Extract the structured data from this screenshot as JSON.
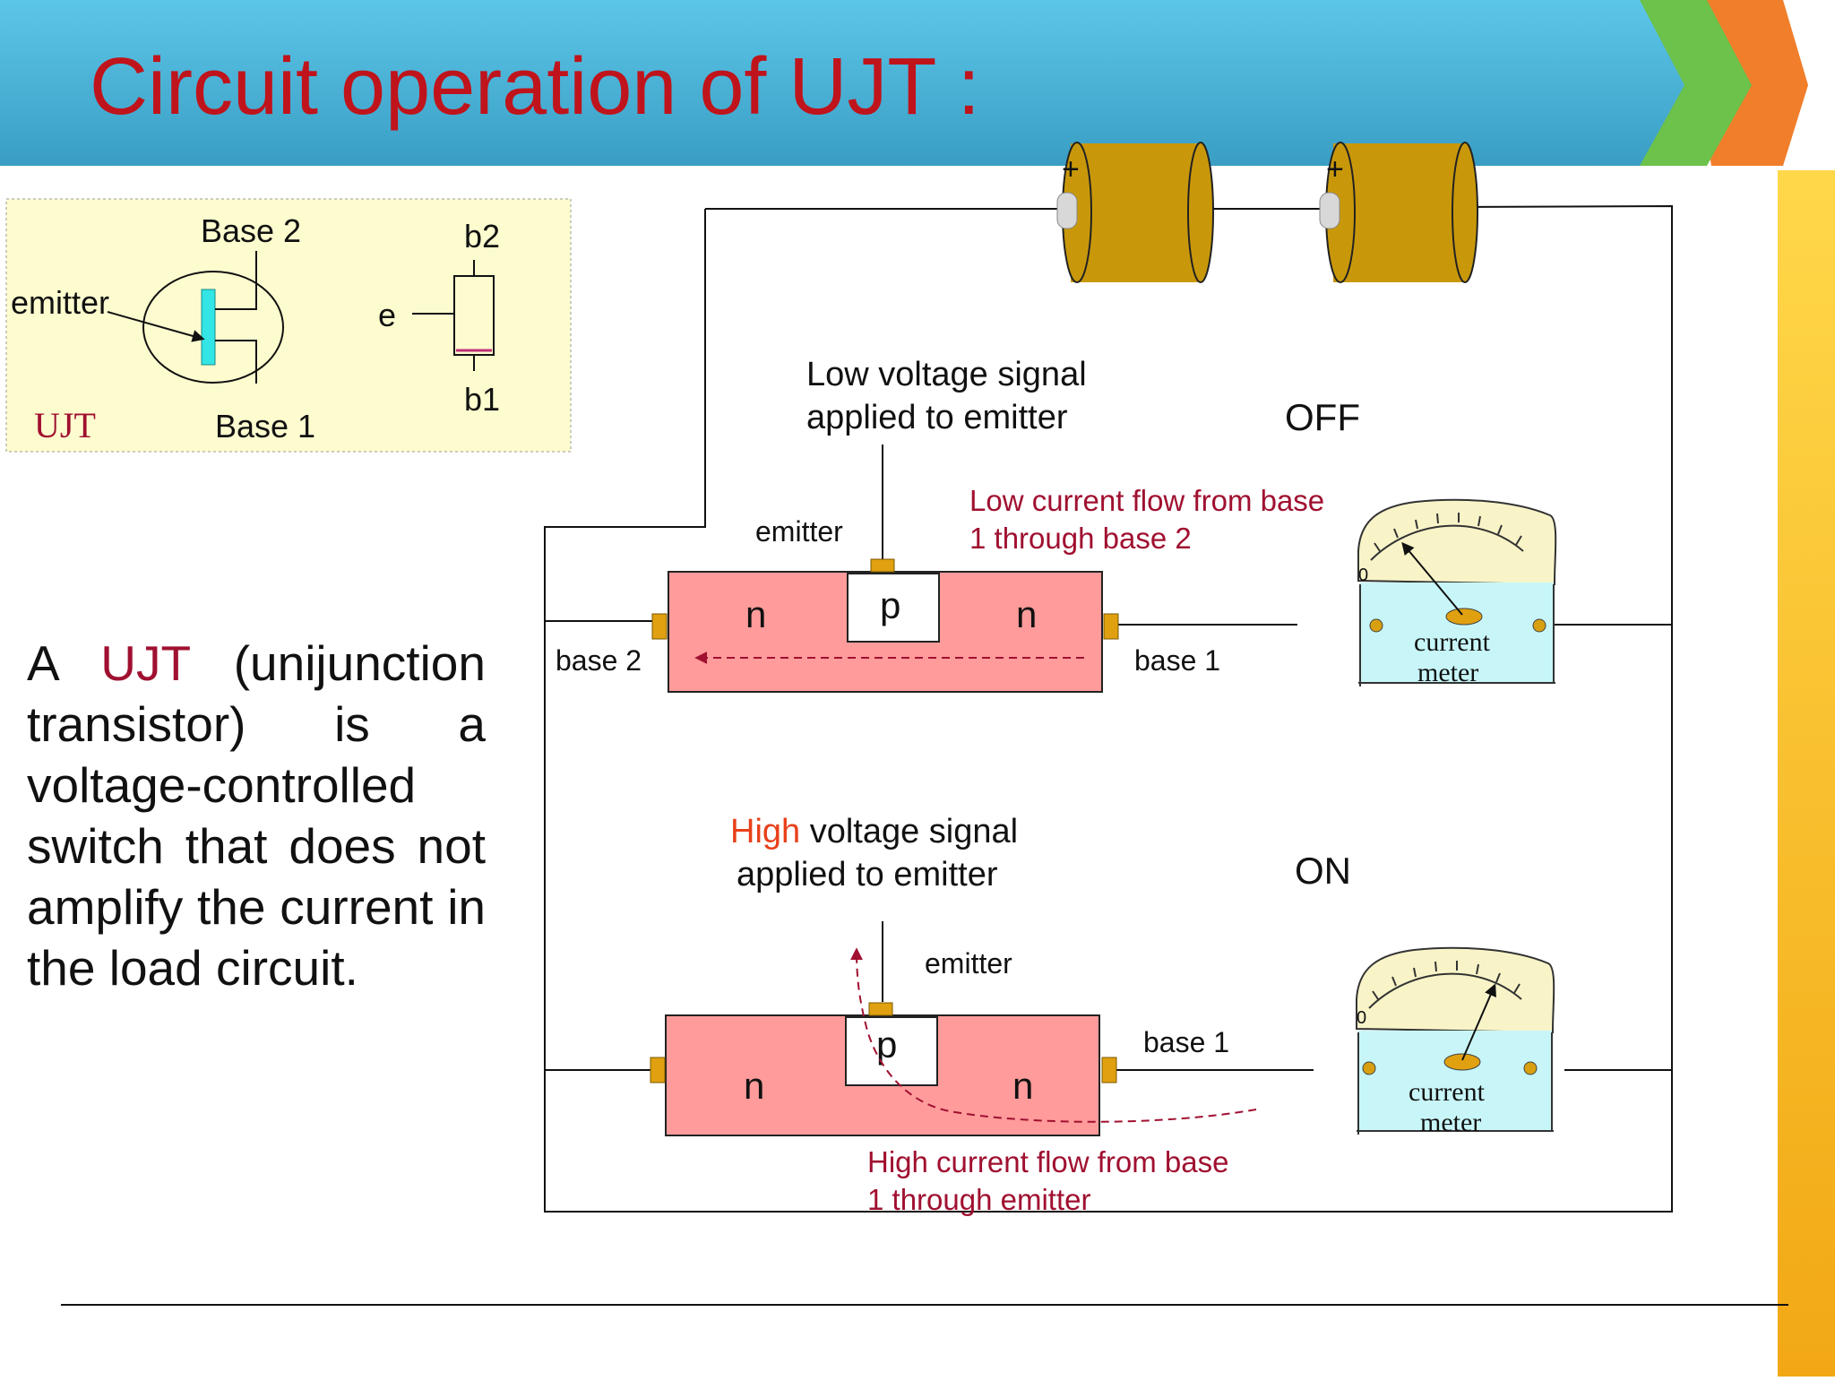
{
  "title": "Circuit operation of UJT :",
  "colors": {
    "title": "#c0141c",
    "accent_red": "#a01030",
    "accent_orange": "#e8401a",
    "banner_blue": "#4fb6da",
    "semiconductor_pink": "#ff9b9b",
    "battery_gold": "#c9980a",
    "meter_cyan": "#c8f6f8",
    "meter_face": "#f8f4c8",
    "symbol_box": "#fdfccf"
  },
  "symbol_box": {
    "base2": "Base 2",
    "emitter": "emitter",
    "base1": "Base 1",
    "ujt": "UJT",
    "b2": "b2",
    "e": "e",
    "b1": "b1"
  },
  "description": {
    "before": "A ",
    "highlight": "UJT",
    "after": " (unijunction transistor) is a voltage-controlled switch that does not amplify the current in the load circuit."
  },
  "battery_plus": "+",
  "off_circuit": {
    "signal_line1": "Low voltage signal",
    "signal_line2": "applied to emitter",
    "state": "OFF",
    "emitter": "emitter",
    "flow_line1": "Low current flow from base",
    "flow_line2": "1 through base 2",
    "base2": "base 2",
    "base1": "base 1",
    "n_left": "n",
    "p": "p",
    "n_right": "n",
    "meter_zero": "0",
    "meter_line1": "current",
    "meter_line2": "meter"
  },
  "on_circuit": {
    "signal_highlight": "High",
    "signal_rest": " voltage signal",
    "signal_line2": "applied to emitter",
    "state": "ON",
    "emitter": "emitter",
    "base1": "base 1",
    "n_left": "n",
    "p": "p",
    "n_right": "n",
    "flow_line1": "High current flow from base",
    "flow_line2": "1 through emitter",
    "meter_zero": "0",
    "meter_line1": "current",
    "meter_line2": "meter"
  }
}
